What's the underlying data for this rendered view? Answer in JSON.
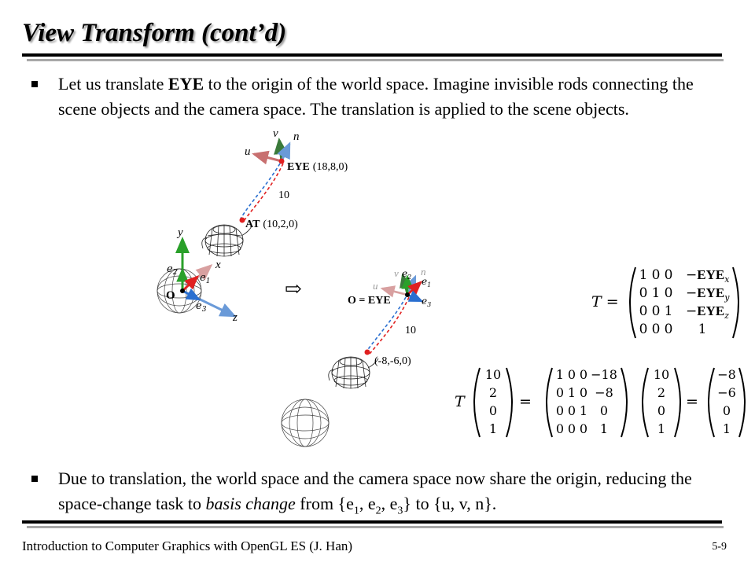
{
  "title": "View Transform (cont’d)",
  "bullet1": {
    "t1": "Let us translate ",
    "b1": "EYE",
    "t2": " to the origin of the world space. Imagine invisible rods connecting the scene objects and the camera space. The translation is applied to the scene objects."
  },
  "bullet2": {
    "t1": "Due to translation, the world space and the camera space now share the origin, reducing the space-change task to ",
    "i1": "basis change",
    "t2": " from {e",
    "s1": "1",
    "t3": ", e",
    "s2": "2",
    "t4": ", e",
    "s3": "3",
    "t5": "} to {u, v, n}."
  },
  "figure": {
    "u": "u",
    "v": "v",
    "n": "n",
    "eye_label": "EYE",
    "eye_coords": "(18,8,0)",
    "dist": "10",
    "at_label": "AT",
    "at_coords": "(10,2,0)",
    "x": "x",
    "y": "y",
    "z": "z",
    "e1": "e",
    "e1s": "1",
    "e2": "e",
    "e2s": "2",
    "e3": "e",
    "e3s": "3",
    "origin": "O",
    "origin_eye": "O = EYE",
    "dist2": "10",
    "moved_at": "(-8,-6,0)",
    "arrow": "⇨"
  },
  "equation1": {
    "lhs": "T =",
    "rows": [
      [
        "1",
        "0",
        "0",
        "−EYE",
        "x"
      ],
      [
        "0",
        "1",
        "0",
        "−EYE",
        "y"
      ],
      [
        "0",
        "0",
        "1",
        "−EYE",
        "z"
      ],
      [
        "0",
        "0",
        "0",
        "1",
        ""
      ]
    ]
  },
  "equation2": {
    "T": "T",
    "vec_in": [
      "10",
      "2",
      "0",
      "1"
    ],
    "matrix": [
      [
        "1",
        "0",
        "0",
        "−18"
      ],
      [
        "0",
        "1",
        "0",
        "−8"
      ],
      [
        "0",
        "0",
        "1",
        "0"
      ],
      [
        "0",
        "0",
        "0",
        "1"
      ]
    ],
    "vec_mul": [
      "10",
      "2",
      "0",
      "1"
    ],
    "vec_out": [
      "−8",
      "−6",
      "0",
      "1"
    ],
    "eq": "="
  },
  "footer": "Introduction to Computer Graphics with OpenGL ES (J. Han)",
  "page": "5-9",
  "colors": {
    "red": "#e02020",
    "green": "#2aa02a",
    "blue": "#2a6fd0",
    "dark_green": "#3a7a3a",
    "pink": "#d07a7a",
    "light_blue": "#6a9ad8"
  }
}
